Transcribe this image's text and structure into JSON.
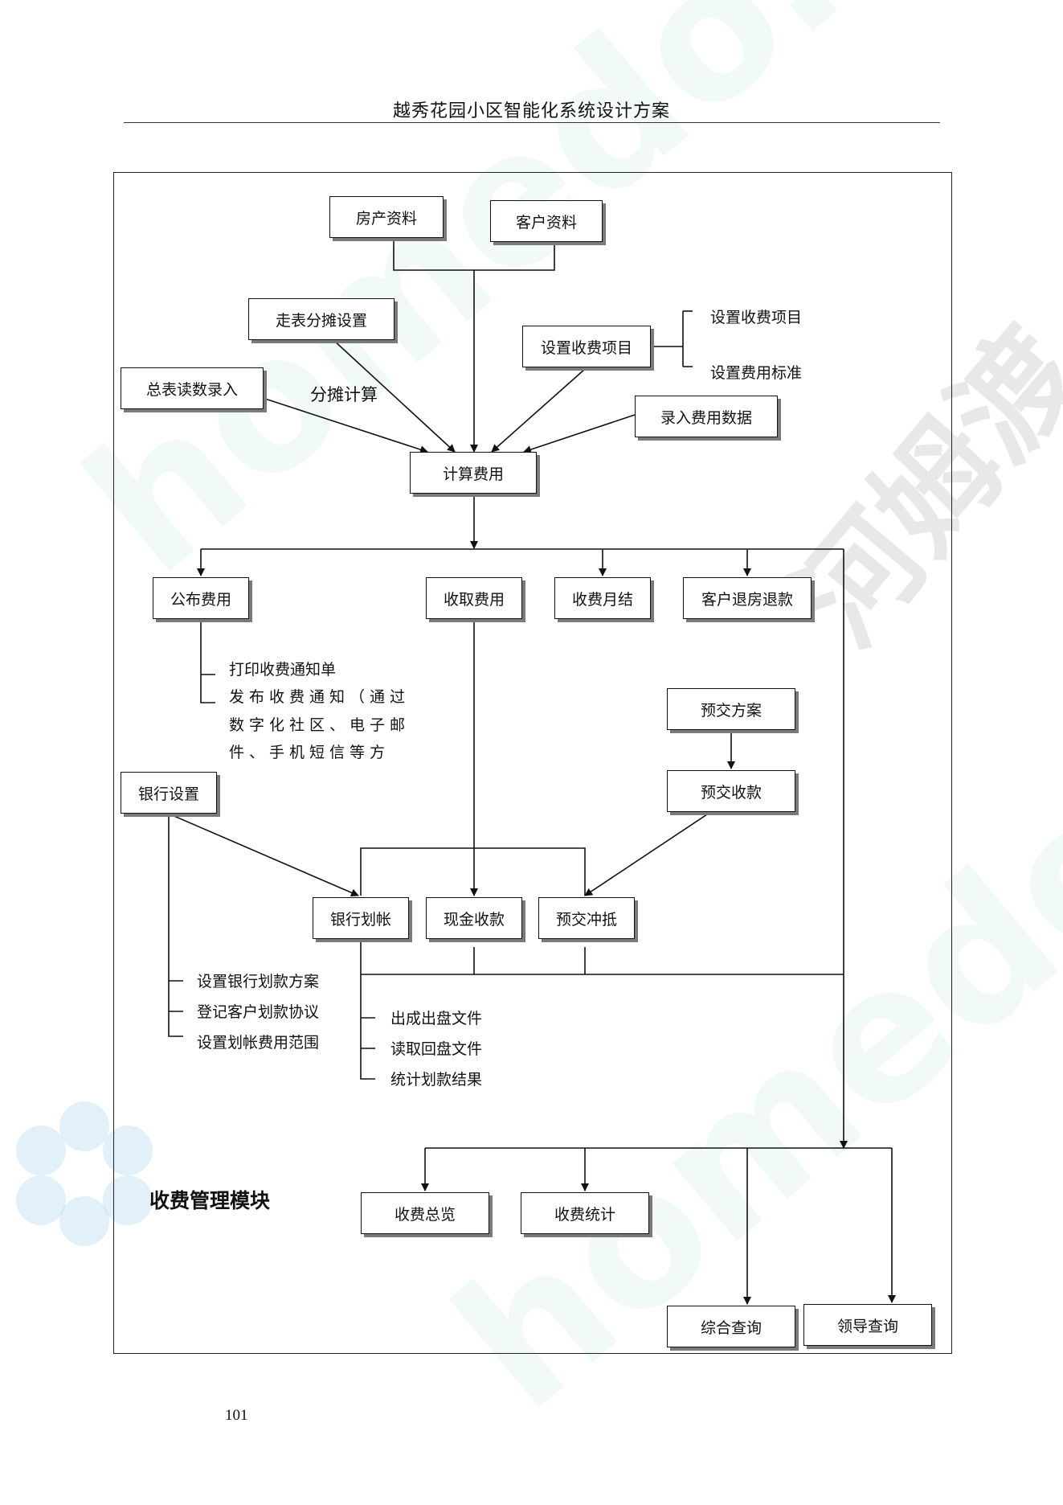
{
  "header": {
    "title": "越秀花园小区智能化系统设计方案"
  },
  "watermarks": {
    "site": "homedo.com",
    "brand": "河姆渡"
  },
  "diagram": {
    "module_label": "收费管理模块",
    "nodes": {
      "property_data": "房产资料",
      "customer_data": "客户资料",
      "meter_allocation": "走表分摊设置",
      "set_fee_items": "设置收费项目",
      "master_meter_input": "总表读数录入",
      "enter_fee_data": "录入费用数据",
      "calculate_fees": "计算费用",
      "publish_fees": "公布费用",
      "collect_fees": "收取费用",
      "monthly_close": "收费月结",
      "checkout_refund": "客户退房退款",
      "prepay_plan": "预交方案",
      "prepay_receipt": "预交收款",
      "bank_settings": "银行设置",
      "bank_transfer": "银行划帐",
      "cash_receipt": "现金收款",
      "prepay_offset": "预交冲抵",
      "fee_overview": "收费总览",
      "fee_statistics": "收费统计",
      "general_query": "综合查询",
      "leader_query": "领导查询"
    },
    "labels": {
      "allocation_calc": "分摊计算",
      "fee_items_branches": [
        "设置收费项目",
        "设置费用标准"
      ],
      "publish_branches": [
        "打印收费通知单",
        "发布收费通知（通过",
        "数字化社区、电子邮",
        "件、手机短信等方"
      ],
      "bank_settings_branches": [
        "设置银行划款方案",
        "登记客户划款协议",
        "设置划帐费用范围"
      ],
      "bank_transfer_branches": [
        "出成出盘文件",
        "读取回盘文件",
        "统计划款结果"
      ]
    }
  },
  "footer": {
    "page_number": "101"
  }
}
